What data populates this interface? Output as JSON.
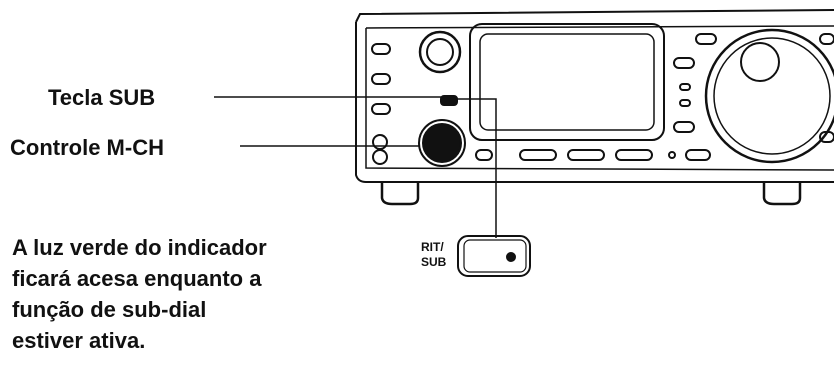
{
  "callouts": {
    "sub_key": "Tecla SUB",
    "mch_control": "Controle M-CH"
  },
  "note": {
    "lines": [
      "A luz verde do indicador",
      "ficará acesa enquanto a",
      "função de sub-dial",
      "estiver ativa."
    ]
  },
  "rit_key": {
    "line1": "RIT/",
    "line2": "SUB"
  }
}
